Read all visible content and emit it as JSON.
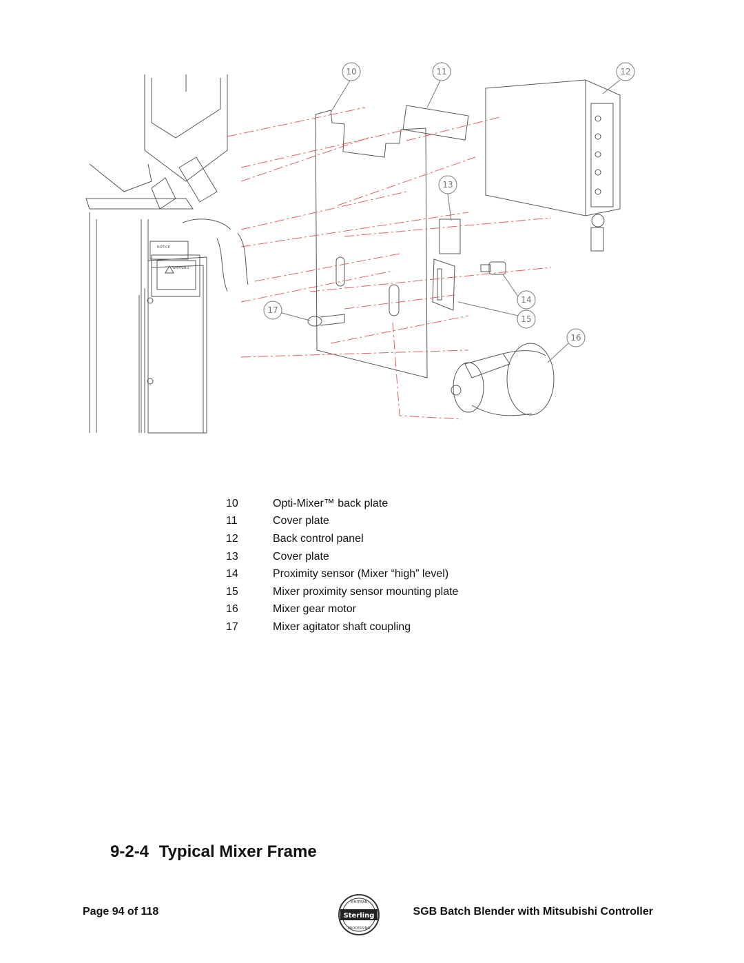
{
  "figure": {
    "callouts": [
      "10",
      "11",
      "12",
      "13",
      "14",
      "15",
      "16",
      "17"
    ],
    "label_notice": "NOTICE",
    "label_warning": "WARNING"
  },
  "legend": [
    {
      "num": "10",
      "text": "Opti-Mixer™ back plate"
    },
    {
      "num": "11",
      "text": "Cover plate"
    },
    {
      "num": "12",
      "text": "Back control panel"
    },
    {
      "num": "13",
      "text": "Cover plate"
    },
    {
      "num": "14",
      "text": "Proximity sensor (Mixer “high” level)"
    },
    {
      "num": "15",
      "text": "Mixer proximity sensor mounting plate"
    },
    {
      "num": "16",
      "text": "Mixer gear motor"
    },
    {
      "num": "17",
      "text": "Mixer agitator shaft coupling"
    }
  ],
  "section": {
    "number": "9-2-4",
    "title": "Typical Mixer Frame"
  },
  "footer": {
    "page": "Page 94 of 118",
    "doc_title": "SGB Batch Blender with Mitsubishi Controller",
    "logo_top": "WHITMAN",
    "logo_middle": "Sterling",
    "logo_bottom": "PROCESSING"
  },
  "colors": {
    "line": "#444444",
    "centerline": "#e06060",
    "text": "#111111"
  }
}
